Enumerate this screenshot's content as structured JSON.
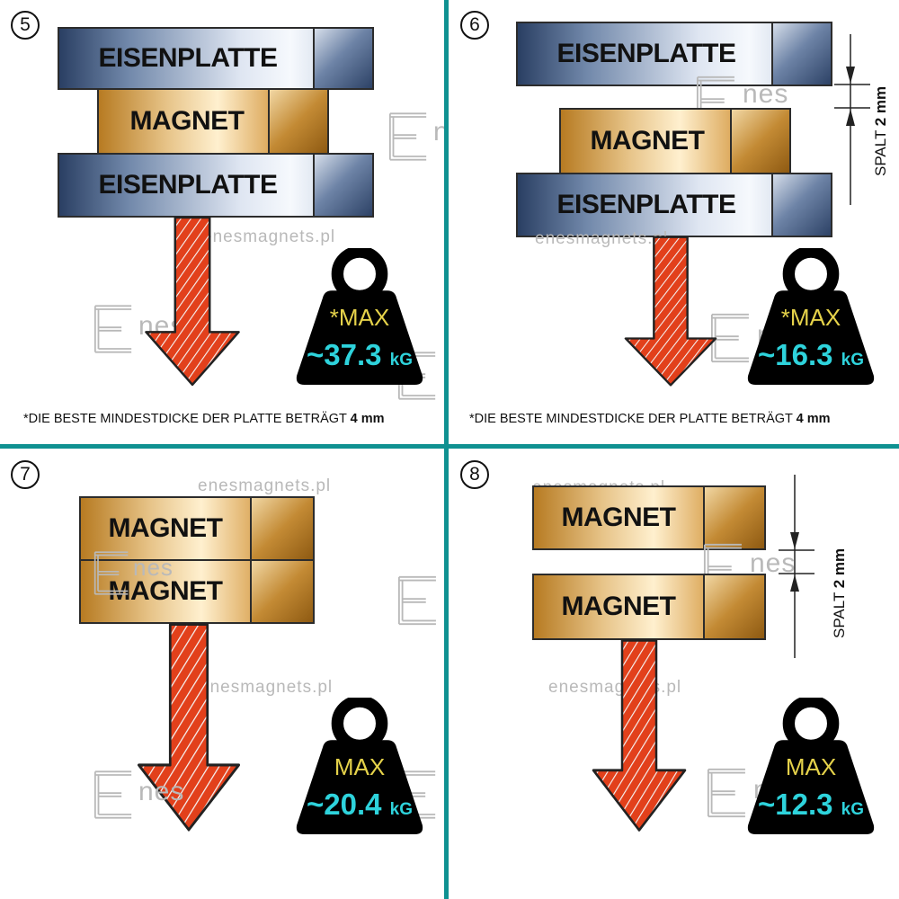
{
  "panels": [
    {
      "number": "5",
      "blocks": [
        "EISENPLATTE",
        "MAGNET",
        "EISENPLATTE"
      ],
      "weight": {
        "max": "*MAX",
        "value": "~37.3",
        "unit": "kG"
      },
      "note": {
        "text": "*DIE BESTE MINDESTDICKE DER PLATTE BETRÄGT ",
        "bold": "4 mm"
      },
      "watermark": "enesmagnets.pl"
    },
    {
      "number": "6",
      "blocks": [
        "EISENPLATTE",
        "MAGNET",
        "EISENPLATTE"
      ],
      "weight": {
        "max": "*MAX",
        "value": "~16.3",
        "unit": "kG"
      },
      "note": {
        "text": "*DIE BESTE MINDESTDICKE DER PLATTE BETRÄGT ",
        "bold": "4 mm"
      },
      "gap": {
        "label": "SPALT ",
        "bold": "2 mm"
      },
      "watermark": "enesmagnets.pl"
    },
    {
      "number": "7",
      "blocks": [
        "MAGNET",
        "MAGNET"
      ],
      "weight": {
        "max": "MAX",
        "value": "~20.4",
        "unit": "kG"
      },
      "watermark": "enesmagnets.pl"
    },
    {
      "number": "8",
      "blocks": [
        "MAGNET",
        "MAGNET"
      ],
      "weight": {
        "max": "MAX",
        "value": "~12.3",
        "unit": "kG"
      },
      "gap": {
        "label": "SPALT ",
        "bold": "2 mm"
      },
      "watermark": "enesmagnets.pl"
    }
  ],
  "logo_text": "nes",
  "colors": {
    "divider": "#0f9191",
    "weight_max": "#e5d24a",
    "weight_value": "#2ed3dc",
    "arrow": "#e2401b"
  }
}
